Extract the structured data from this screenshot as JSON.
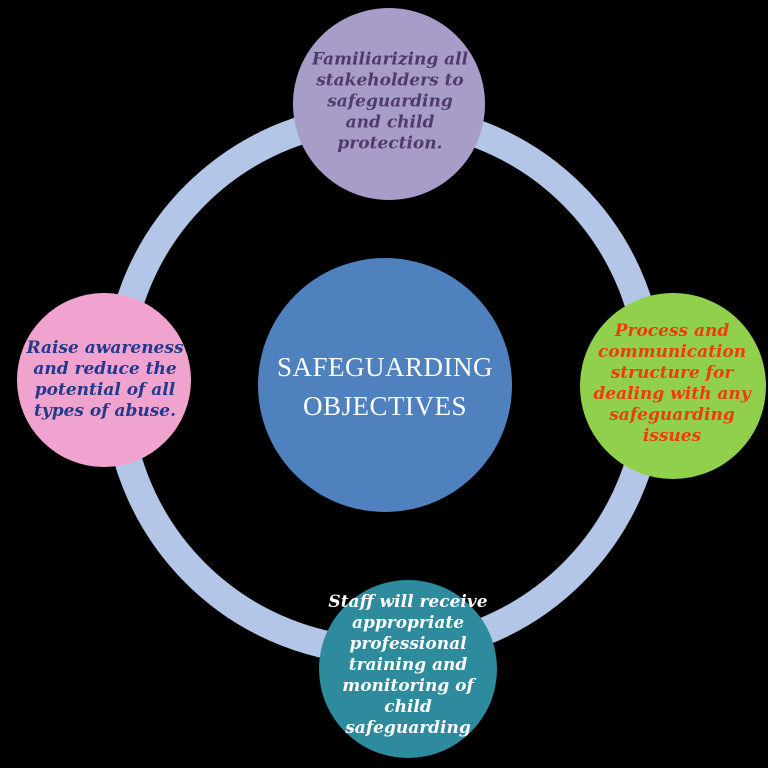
{
  "diagram": {
    "center": {
      "label_lines": [
        "SAFEGUARDING",
        "OBJECTIVES"
      ],
      "fill": "#4E81BD",
      "text_color": "#FFFFFF"
    },
    "ring": {
      "color": "#B4C6E7"
    },
    "nodes": {
      "top": {
        "label_lines": [
          "Familiarizing all",
          "stakeholders to",
          "safeguarding",
          "and child",
          "protection."
        ],
        "fill": "#A89CC9",
        "text_color": "#4F3B6E"
      },
      "right": {
        "label_lines": [
          "Process and",
          "communication",
          "structure for",
          "dealing with any",
          "safeguarding",
          "issues"
        ],
        "fill": "#90D04D",
        "text_color": "#F03B0D"
      },
      "bottom": {
        "label_lines": [
          "Staff will receive",
          "appropriate",
          "professional",
          "training and",
          "monitoring of",
          "child",
          "safeguarding"
        ],
        "fill": "#2E8B9E",
        "text_color": "#FFFFFF"
      },
      "left": {
        "label_lines": [
          "Raise awareness",
          "and reduce the",
          "potential of all",
          "types of abuse."
        ],
        "fill": "#F0A3CE",
        "text_color": "#23398B"
      }
    }
  }
}
